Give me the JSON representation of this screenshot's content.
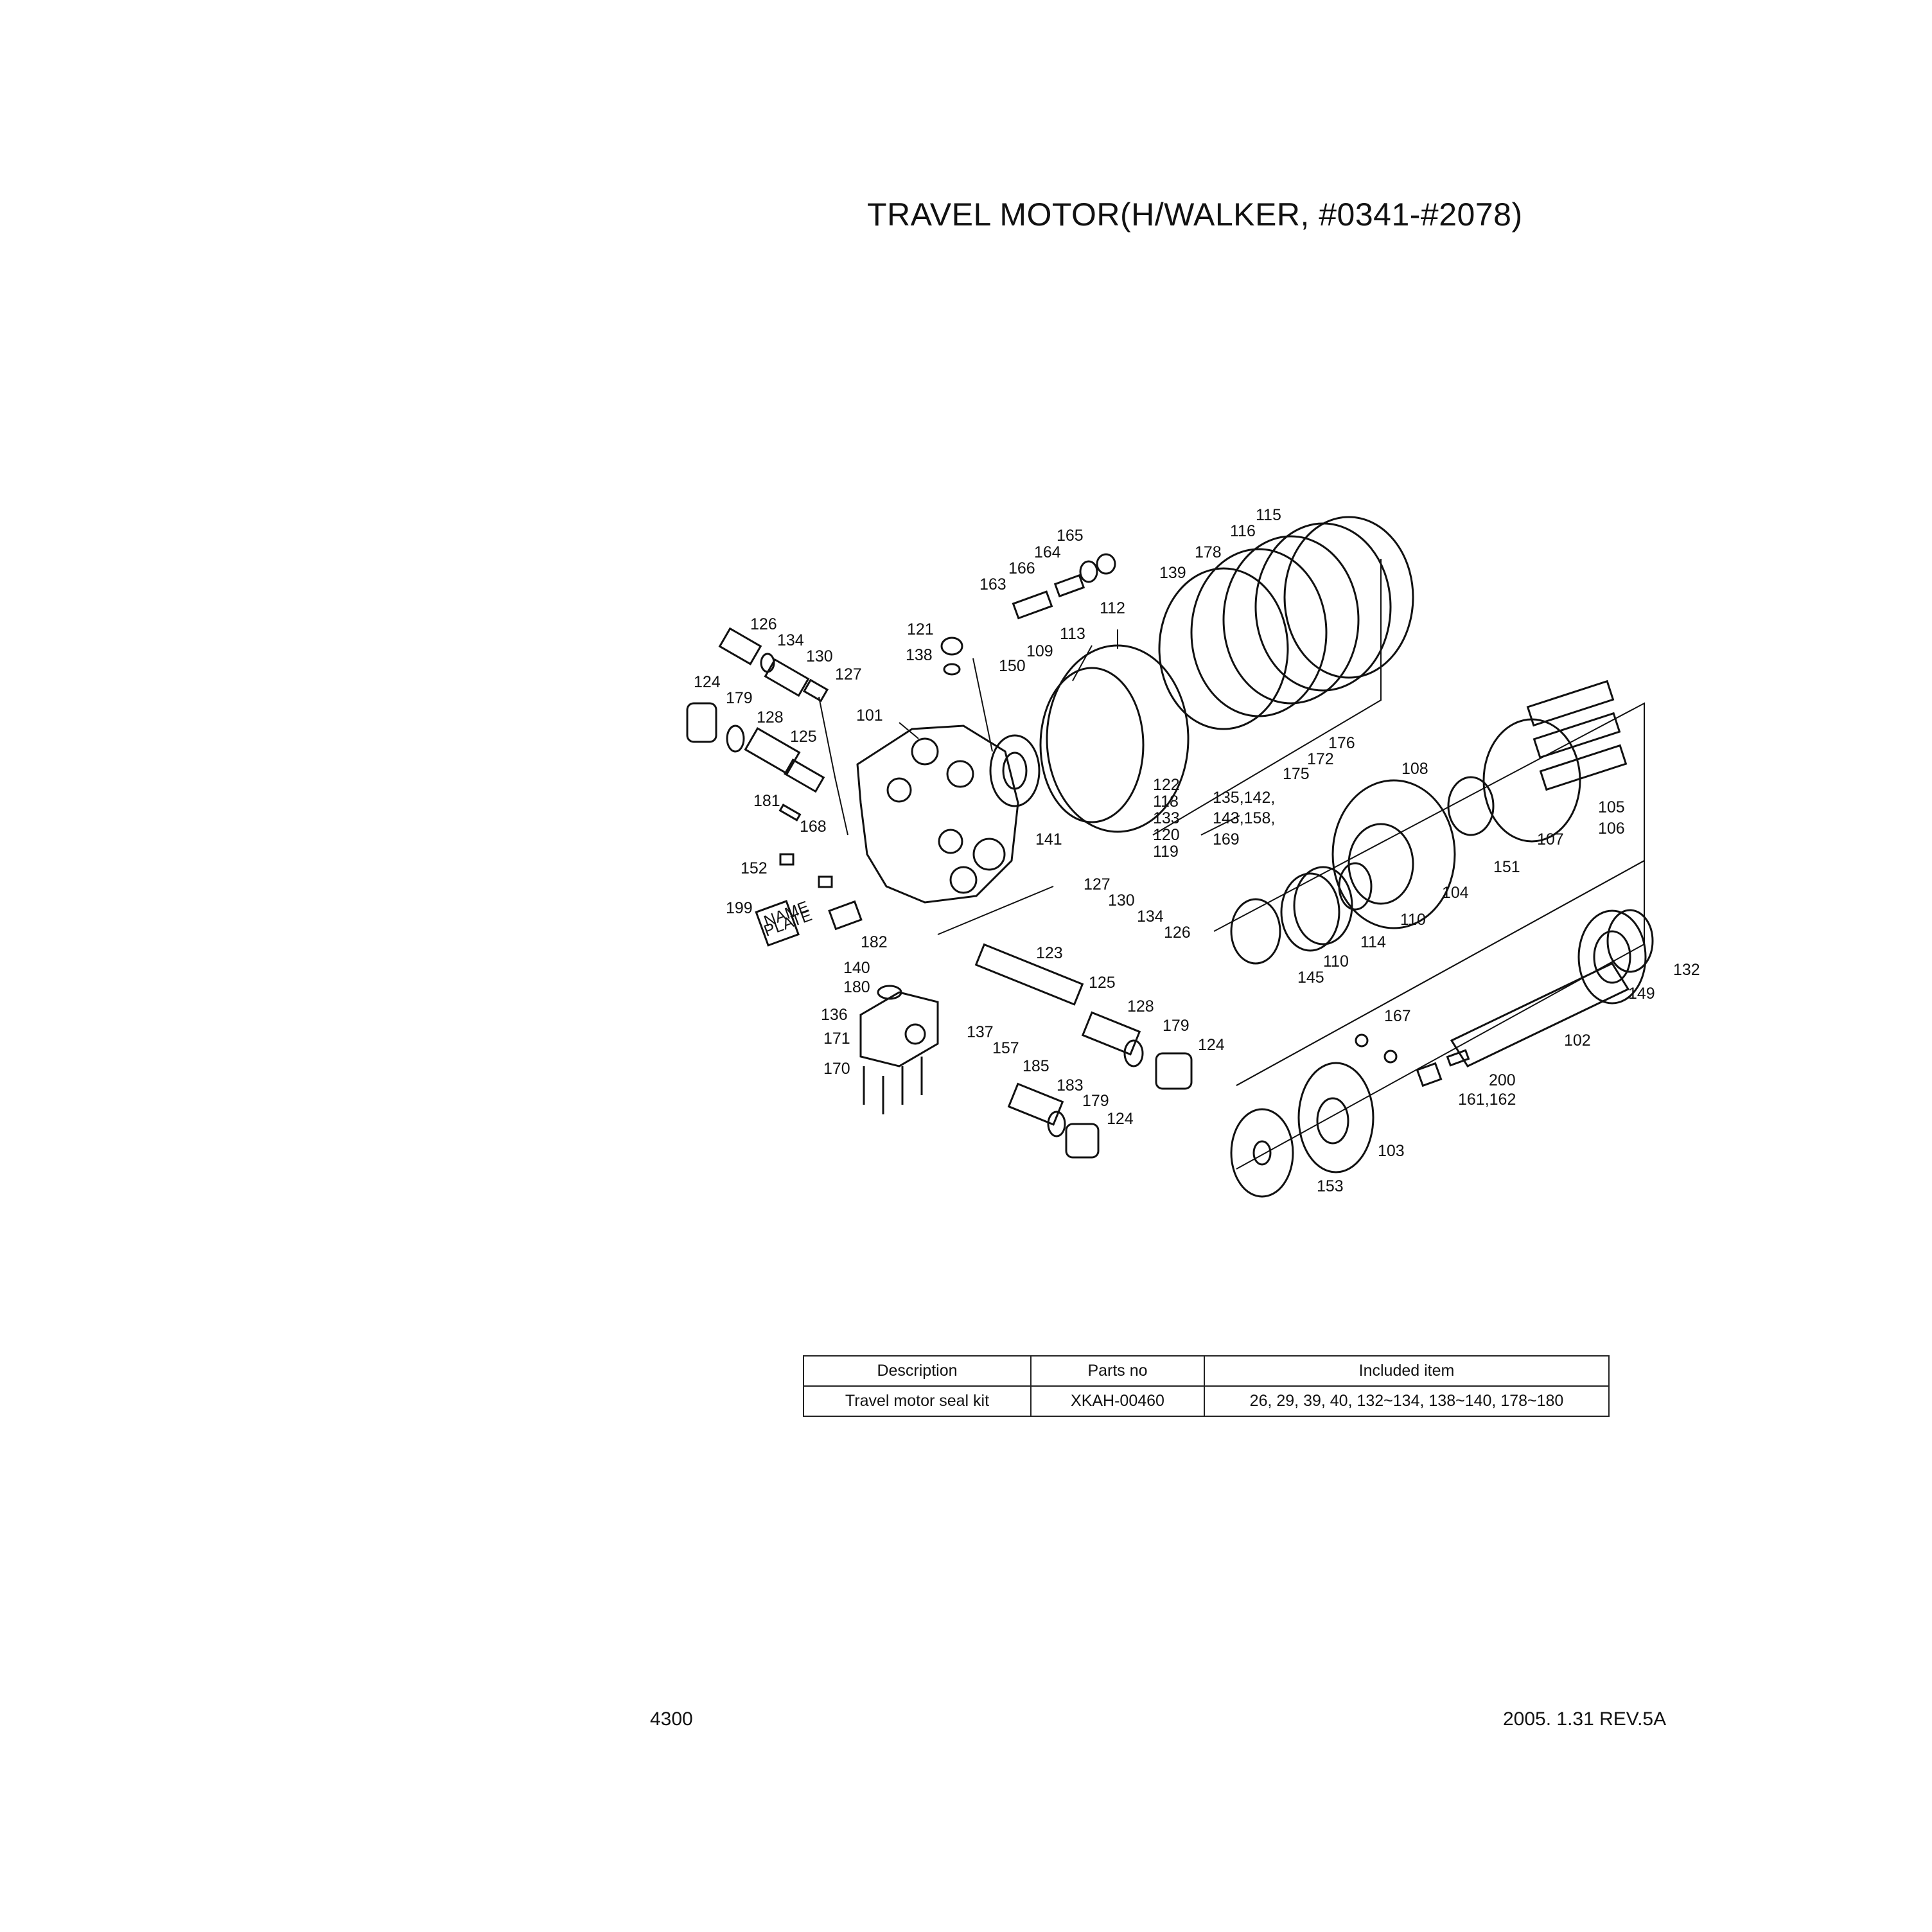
{
  "title": "TRAVEL MOTOR(H/WALKER, #0341-#2078)",
  "callouts": [
    {
      "label": "115"
    },
    {
      "label": "116"
    },
    {
      "label": "178"
    },
    {
      "label": "139"
    },
    {
      "label": "165"
    },
    {
      "label": "164"
    },
    {
      "label": "166"
    },
    {
      "label": "163"
    },
    {
      "label": "112"
    },
    {
      "label": "121"
    },
    {
      "label": "138"
    },
    {
      "label": "113"
    },
    {
      "label": "109"
    },
    {
      "label": "150"
    },
    {
      "label": "126"
    },
    {
      "label": "134"
    },
    {
      "label": "130"
    },
    {
      "label": "127"
    },
    {
      "label": "124"
    },
    {
      "label": "179"
    },
    {
      "label": "128"
    },
    {
      "label": "125"
    },
    {
      "label": "101"
    },
    {
      "label": "181"
    },
    {
      "label": "168"
    },
    {
      "label": "152"
    },
    {
      "label": "199"
    },
    {
      "label": "182"
    },
    {
      "label": "140"
    },
    {
      "label": "180"
    },
    {
      "label": "136"
    },
    {
      "label": "171"
    },
    {
      "label": "170"
    },
    {
      "label": "122"
    },
    {
      "label": "118"
    },
    {
      "label": "133"
    },
    {
      "label": "120"
    },
    {
      "label": "119"
    },
    {
      "label": "141"
    },
    {
      "label": "176"
    },
    {
      "label": "172"
    },
    {
      "label": "175"
    },
    {
      "label": "135,142,"
    },
    {
      "label": "143,158,"
    },
    {
      "label": "169"
    },
    {
      "label": "108"
    },
    {
      "label": "105"
    },
    {
      "label": "106"
    },
    {
      "label": "107"
    },
    {
      "label": "151"
    },
    {
      "label": "104"
    },
    {
      "label": "110"
    },
    {
      "label": "114"
    },
    {
      "label": "110"
    },
    {
      "label": "145"
    },
    {
      "label": "127"
    },
    {
      "label": "130"
    },
    {
      "label": "134"
    },
    {
      "label": "126"
    },
    {
      "label": "123"
    },
    {
      "label": "125"
    },
    {
      "label": "128"
    },
    {
      "label": "179"
    },
    {
      "label": "124"
    },
    {
      "label": "137"
    },
    {
      "label": "157"
    },
    {
      "label": "185"
    },
    {
      "label": "183"
    },
    {
      "label": "179"
    },
    {
      "label": "124"
    },
    {
      "label": "167"
    },
    {
      "label": "132"
    },
    {
      "label": "149"
    },
    {
      "label": "102"
    },
    {
      "label": "200"
    },
    {
      "label": "161,162"
    },
    {
      "label": "103"
    },
    {
      "label": "153"
    }
  ],
  "nameplate_text": [
    "NAME",
    "PLATE"
  ],
  "table": {
    "headers": {
      "description": "Description",
      "parts_no": "Parts no",
      "included_item": "Included item"
    },
    "rows": [
      {
        "description": "Travel motor seal kit",
        "parts_no": "XKAH-00460",
        "included_item": "26, 29, 39, 40, 132~134, 138~140, 178~180"
      }
    ]
  },
  "footer": {
    "page_number": "4300",
    "revision": "2005. 1.31  REV.5A"
  }
}
